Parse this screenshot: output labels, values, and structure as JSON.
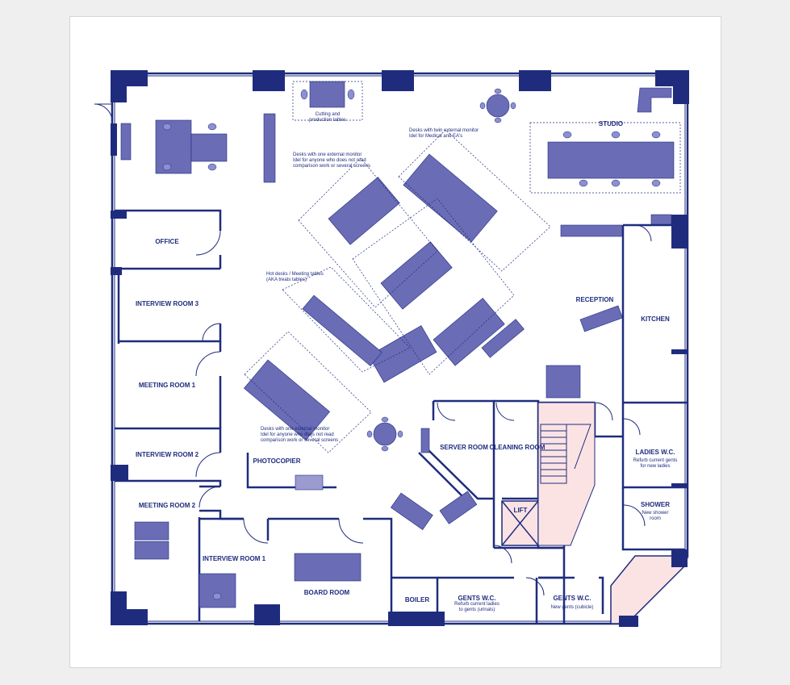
{
  "colors": {
    "wall": "#1f2c7e",
    "furniture": "#6a6cb5",
    "lift_fill": "#fbe3e4",
    "background": "#ffffff"
  },
  "rooms": {
    "office": "OFFICE",
    "interview3": "INTERVIEW ROOM 3",
    "meeting1": "MEETING ROOM 1",
    "interview2": "INTERVIEW ROOM 2",
    "meeting2": "MEETING ROOM 2",
    "interview1": "INTERVIEW ROOM 1",
    "board": "BOARD ROOM",
    "boiler": "BOILER",
    "server": "SERVER ROOM",
    "cleaning": "CLEANING ROOM",
    "lift": "LIFT",
    "reception": "RECEPTION",
    "kitchen": "KITCHEN",
    "ladies": "LADIES W.C.",
    "shower": "SHOWER",
    "gents1": "GENTS W.C.",
    "gents2": "GENTS W.C.",
    "studio": "STUDIO",
    "photocopier": "PHOTOCOPIER"
  },
  "notes": {
    "cutting": "Cutting and\nproduction tables",
    "twin": "Desks with twin external monitor\nIdel for Medical and EA's",
    "one_top": "Desks with one external monitor\nIdel for anyone who does not read\ncomparison work or several screens",
    "hot": "Hot desks / Meeting tables\n(AKA treats tables)",
    "one_bottom": "Desks with one external monitor\nIdel for anyone who does not read\ncomparison work or several screens",
    "ladies_sub": "Refurb current gents\nfor new ladies",
    "shower_sub": "New shower\nroom",
    "gents1_sub": "Refurb current ladies\nto gents (urinals)",
    "gents2_sub": "New gents (cubicle)"
  }
}
